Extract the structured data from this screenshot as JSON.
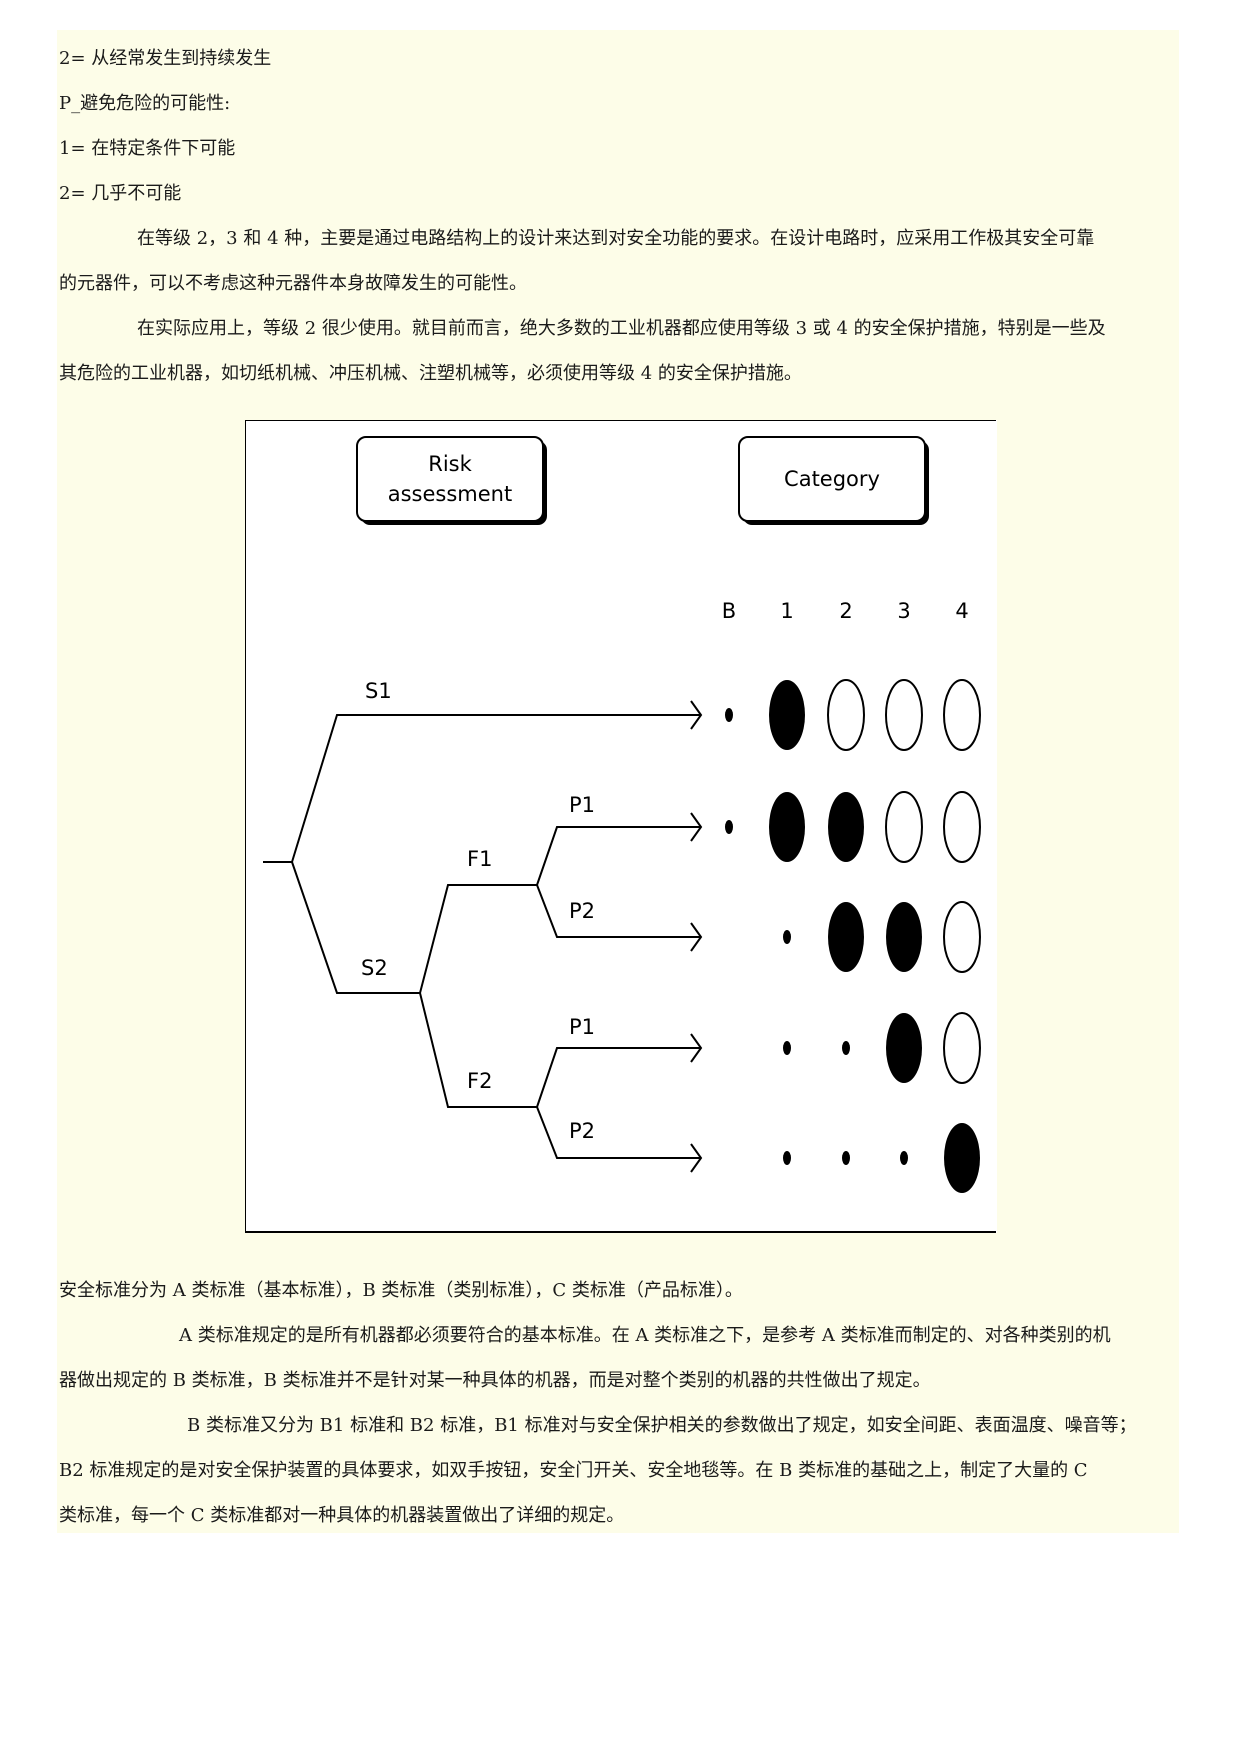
{
  "text_top": {
    "line1": "2= 从经常发生到持续发生",
    "line2": "P_避免危险的可能性:",
    "line3": "1= 在特定条件下可能",
    "line4": "2= 几乎不可能",
    "para1_a": "在等级 2，3 和 4 种，主要是通过电路结构上的设计来达到对安全功能的要求。在设计电路时，应采用工作极其安全可靠",
    "para1_b": "的元器件，可以不考虑这种元器件本身故障发生的可能性。",
    "para2_a": "在实际应用上，等级 2 很少使用。就目前而言，绝大多数的工业机器都应使用等级 3 或 4 的安全保护措施，特别是一些及",
    "para2_b": "其危险的工业机器，如切纸机械、冲压机械、注塑机械等，必须使用等级 4 的安全保护措施。"
  },
  "diagram": {
    "risk_box_line1": "Risk",
    "risk_box_line2": "assessment",
    "category_box": "Category",
    "category_headers": [
      "B",
      "1",
      "2",
      "3",
      "4"
    ],
    "branch_labels": {
      "s1": "S1",
      "s2": "S2",
      "f1": "F1",
      "f2": "F2",
      "p1_upper": "P1",
      "p2_upper": "P2",
      "p1_lower": "P1",
      "p2_lower": "P2"
    },
    "rows": [
      [
        "dot-small",
        "filled",
        "open",
        "open",
        "open"
      ],
      [
        "dot-small",
        "filled",
        "filled",
        "open",
        "open"
      ],
      [
        "none",
        "dot-small",
        "filled",
        "filled",
        "open"
      ],
      [
        "none",
        "dot-small",
        "dot-small",
        "filled",
        "open"
      ],
      [
        "none",
        "dot-small",
        "dot-small",
        "dot-small",
        "filled"
      ]
    ]
  },
  "text_bottom": {
    "line1": "安全标准分为 A 类标准（基本标准），B 类标准（类别标准），C 类标准（产品标准）。",
    "para1_a": "A 类标准规定的是所有机器都必须要符合的基本标准。在 A 类标准之下，是参考 A 类标准而制定的、对各种类别的机",
    "para1_b": "器做出规定的 B 类标准，B 类标准并不是针对某一种具体的机器，而是对整个类别的机器的共性做出了规定。",
    "para2_a": "B 类标准又分为 B1 标准和 B2 标准，B1 标准对与安全保护相关的参数做出了规定，如安全间距、表面温度、噪音等；",
    "para2_b": "B2 标准规定的是对安全保护装置的具体要求，如双手按钮，安全门开关、安全地毯等。在 B 类标准的基础之上，制定了大量的 C",
    "para2_c": "类标准，每一个 C 类标准都对一种具体的机器装置做出了详细的规定。"
  }
}
